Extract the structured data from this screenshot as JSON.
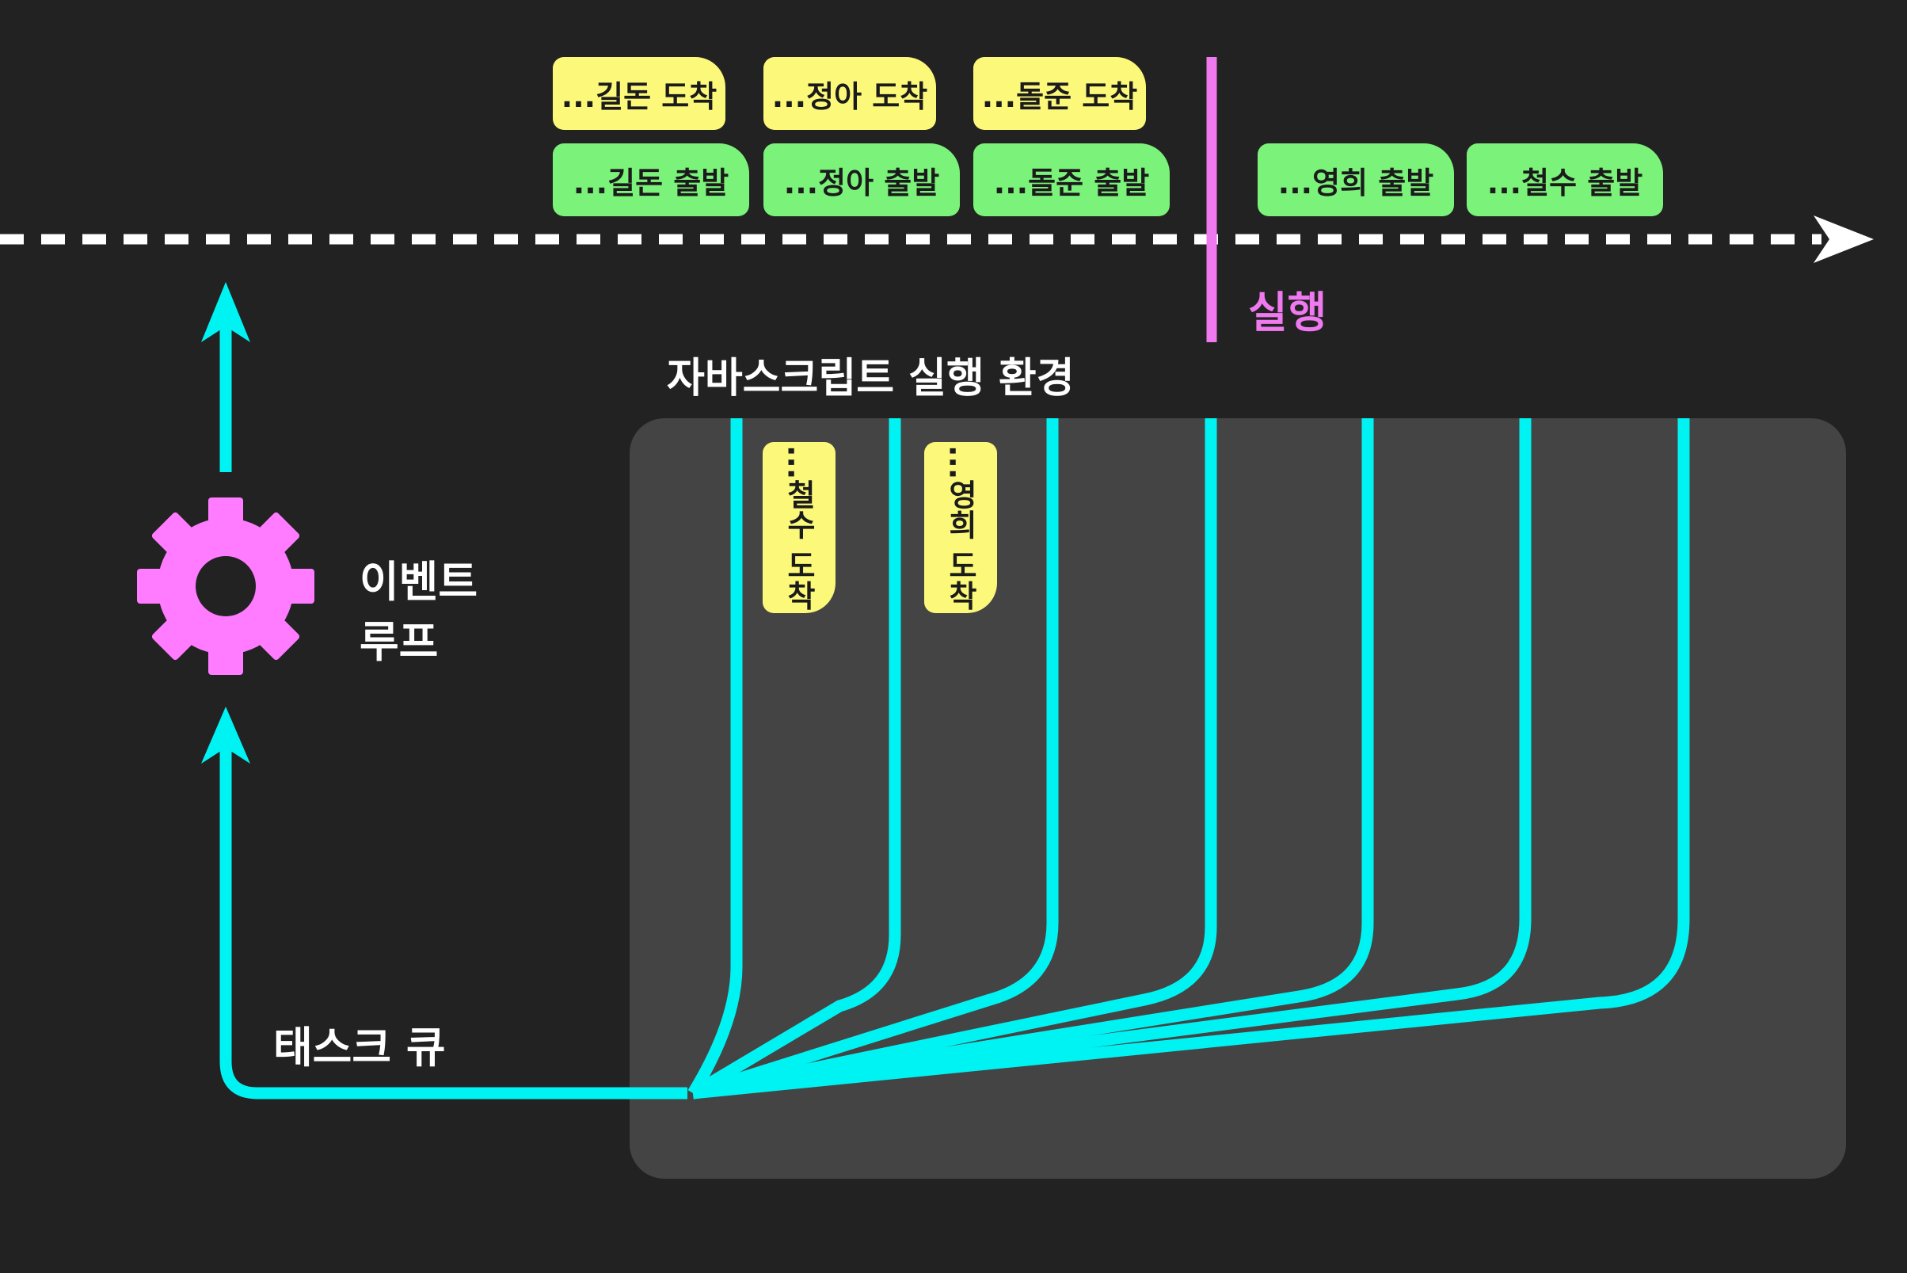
{
  "timeline": {
    "run_label": "실행",
    "top_tags": [
      {
        "text": "...길돈 도착",
        "kind": "arrival"
      },
      {
        "text": "...정아 도착",
        "kind": "arrival"
      },
      {
        "text": "...돌준 도착",
        "kind": "arrival"
      },
      {
        "text": "...길돈 출발",
        "kind": "departure"
      },
      {
        "text": "...정아 출발",
        "kind": "departure"
      },
      {
        "text": "...돌준 출발",
        "kind": "departure"
      },
      {
        "text": "...영희 출발",
        "kind": "departure"
      },
      {
        "text": "...철수 출발",
        "kind": "departure"
      }
    ]
  },
  "environment": {
    "title": "자바스크립트 실행 환경",
    "pending_tags": [
      {
        "text": "...철수 도착",
        "kind": "arrival"
      },
      {
        "text": "...영희 도착",
        "kind": "arrival"
      }
    ]
  },
  "event_loop": {
    "line1": "이벤트",
    "line2": "루프",
    "icon": "gear-icon"
  },
  "task_queue": {
    "label": "태스크 큐"
  },
  "colors": {
    "background": "#222222",
    "environment_box": "#444444",
    "flow": "#00F3F3",
    "gear": "#FF7BFF",
    "run_marker": "#EF79EF",
    "arrival_tag": "#FCF97A",
    "departure_tag": "#7BF27A",
    "timeline": "#FFFFFF"
  }
}
